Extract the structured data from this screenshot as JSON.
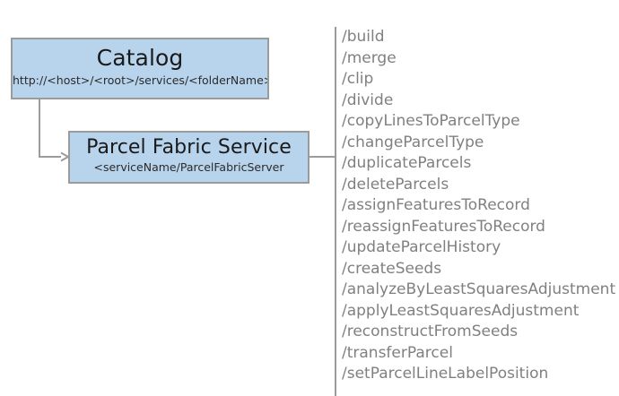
{
  "diagram": {
    "nodes": [
      {
        "id": "catalog",
        "title": "Catalog",
        "subtitle": "http://<host>/<root>/services/<folderName>"
      },
      {
        "id": "parcel-fabric-service",
        "title": "Parcel Fabric Service",
        "subtitle": "<serviceName/ParcelFabricServer"
      }
    ],
    "operations": [
      "/build",
      "/merge",
      "/clip",
      "/divide",
      "/copyLinesToParcelType",
      "/changeParcelType",
      "/duplicateParcels",
      "/deleteParcels",
      "/assignFeaturesToRecord",
      "/reassignFeaturesToRecord",
      "/updateParcelHistory",
      "/createSeeds",
      "/analyzeByLeastSquaresAdjustment",
      "/applyLeastSquaresAdjustment",
      "/reconstructFromSeeds",
      "/transferParcel",
      "/setParcelLineLabelPosition"
    ],
    "colors": {
      "node_fill": "#b8d3ec",
      "node_border": "#9b9b9b",
      "connector": "#9b9b9b",
      "operation_text": "#808080",
      "title_text": "#1a1a1a",
      "background": "#ffffff"
    }
  }
}
